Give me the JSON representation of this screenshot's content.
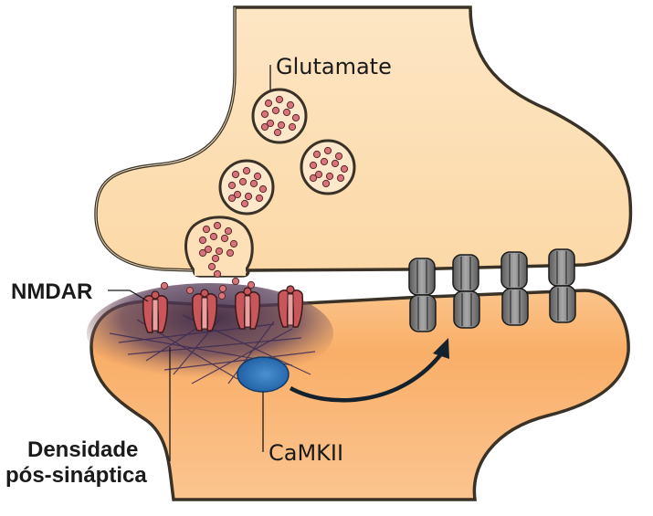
{
  "diagram": {
    "title": "Synapse with NMDA receptors, postsynaptic density and CaMKII",
    "labels": {
      "glutamate": "Glutamate",
      "nmdar": "NMDAR",
      "psd_line1": "Densidade",
      "psd_line2": "pós-sináptica",
      "camkii": "CaMKII"
    },
    "colors": {
      "presynaptic_fill_top": "#fde3be",
      "presynaptic_fill_bottom": "#fcd29a",
      "postsynaptic_fill": "#f9b371",
      "membrane": "#3a3226",
      "vesicle_fill": "#fde8cc",
      "glutamate_dot": "#d9737a",
      "nmdar": "#c9565a",
      "psd": "#4a3552",
      "camkii": "#1f64a8",
      "ampar": "#6a6a6a",
      "arrow": "#14222e"
    },
    "counts": {
      "nmdar_receptors": 4,
      "ampar_receptors": 4,
      "vesicles": 4
    }
  }
}
